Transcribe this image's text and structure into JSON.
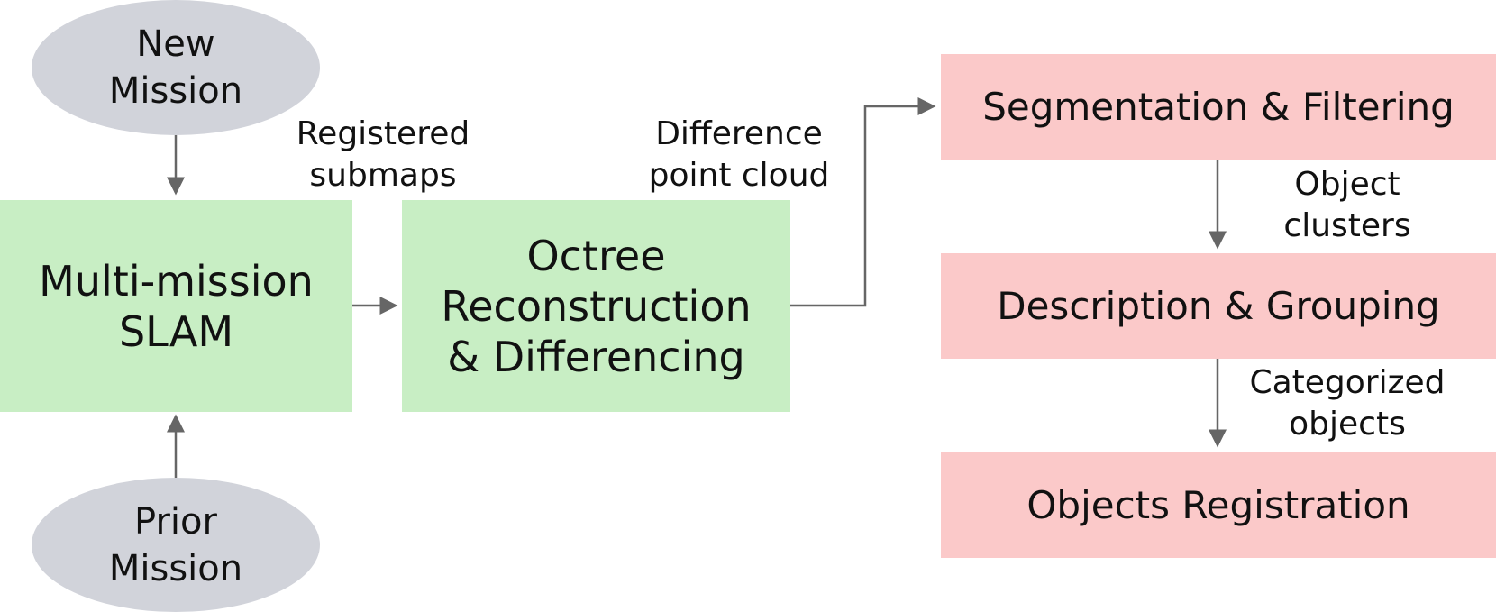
{
  "nodes": {
    "new_mission": [
      "New",
      "Mission"
    ],
    "prior_mission": [
      "Prior",
      "Mission"
    ],
    "slam": [
      "Multi-mission",
      "SLAM"
    ],
    "octree": [
      "Octree",
      "Reconstruction",
      "& Differencing"
    ],
    "segmentation": "Segmentation & Filtering",
    "description": "Description & Grouping",
    "registration": "Objects Registration"
  },
  "edge_labels": {
    "registered_submaps": [
      "Registered",
      "submaps"
    ],
    "difference_point_cloud": [
      "Difference",
      "point cloud"
    ],
    "object_clusters": [
      "Object",
      "clusters"
    ],
    "categorized_objects": [
      "Categorized",
      "objects"
    ]
  },
  "colors": {
    "ellipse": "#d1d3da",
    "green_box": "#c8eec4",
    "pink_box": "#fbc9c9",
    "arrow": "#666666"
  }
}
